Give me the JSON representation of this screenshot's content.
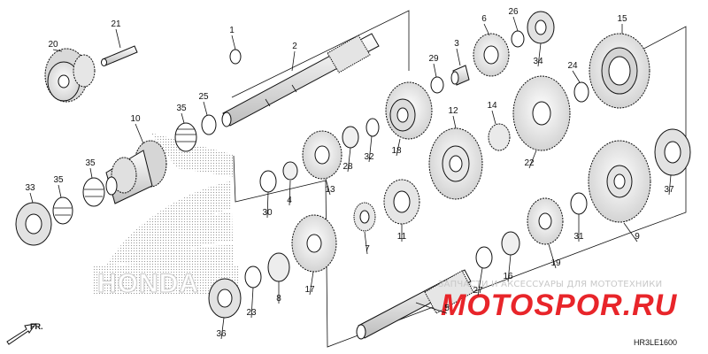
{
  "diagram": {
    "parts": [
      {
        "ref": "1"
      },
      {
        "ref": "2"
      },
      {
        "ref": "3"
      },
      {
        "ref": "4"
      },
      {
        "ref": "5"
      },
      {
        "ref": "6"
      },
      {
        "ref": "7"
      },
      {
        "ref": "8"
      },
      {
        "ref": "9"
      },
      {
        "ref": "10"
      },
      {
        "ref": "11"
      },
      {
        "ref": "12"
      },
      {
        "ref": "13"
      },
      {
        "ref": "14"
      },
      {
        "ref": "15"
      },
      {
        "ref": "16"
      },
      {
        "ref": "17"
      },
      {
        "ref": "18"
      },
      {
        "ref": "19"
      },
      {
        "ref": "20"
      },
      {
        "ref": "21"
      },
      {
        "ref": "22"
      },
      {
        "ref": "23"
      },
      {
        "ref": "24"
      },
      {
        "ref": "25"
      },
      {
        "ref": "26"
      },
      {
        "ref": "27"
      },
      {
        "ref": "28"
      },
      {
        "ref": "29"
      },
      {
        "ref": "30"
      },
      {
        "ref": "31"
      },
      {
        "ref": "32"
      },
      {
        "ref": "33"
      },
      {
        "ref": "34"
      },
      {
        "ref": "35"
      },
      {
        "ref": "35"
      },
      {
        "ref": "35"
      },
      {
        "ref": "36"
      },
      {
        "ref": "37"
      }
    ],
    "direction_label": "FR.",
    "diagram_code": "HR3LE1600",
    "logo_text": "HONDA"
  },
  "watermark": {
    "tagline": "ЗАПЧАСТИ И АКСЕССУАРЫ ДЛЯ МОТОТЕХНИКИ",
    "brand": "MOTOSPOR.RU"
  },
  "colors": {
    "ink": "#111111",
    "gear_fill": "#f2f2f2",
    "gear_dark": "#555555",
    "watermark_red": "#e8252a",
    "watermark_grey": "#c8c8c8",
    "logo_dots": "#9a9a9a"
  }
}
